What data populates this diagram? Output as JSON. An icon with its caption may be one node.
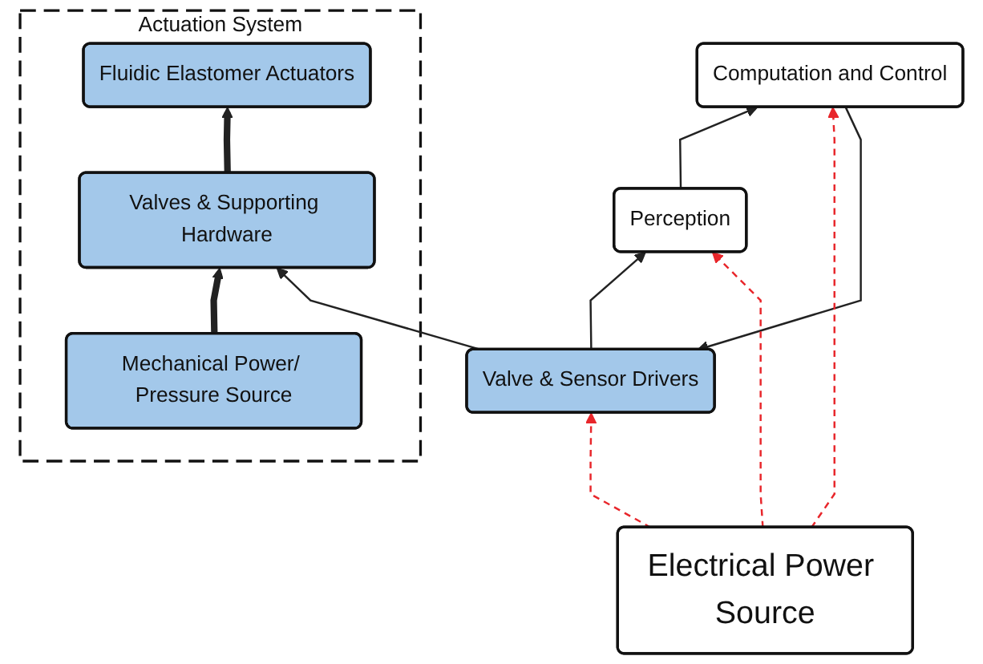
{
  "diagram": {
    "nodes": [
      {
        "text": [
          "Actuation System"
        ]
      },
      {
        "text": [
          "Mechanical Power/ Pressure Source"
        ],
        "in": 0
      },
      {
        "text": [
          "Valves & Supporting Hardware"
        ],
        "in": 0
      },
      {
        "text": [
          "Fluidic Elastomer Actuators"
        ],
        "in": 0
      },
      {
        "text": [
          "Valve & Sensor Drivers"
        ]
      },
      {
        "text": [
          "Computation and Control"
        ]
      },
      {
        "text": [
          "Perception"
        ]
      },
      {
        "text": [
          "Electrical Power Source"
        ]
      }
    ],
    "edges": [
      {
        "from": 1,
        "to": 2,
        "arrow": "to",
        "style": "thick"
      },
      {
        "from": 2,
        "to": 3,
        "arrow": "to",
        "style": "thick"
      },
      {
        "from": 4,
        "to": 2,
        "arrow": "to"
      },
      {
        "from": 5,
        "to": 4,
        "arrow": "to"
      },
      {
        "from": 4,
        "to": 6,
        "arrow": "to"
      },
      {
        "from": 6,
        "to": 5,
        "arrow": "to"
      },
      {
        "from": 7,
        "to": 5,
        "arrow": "to",
        "style": "dashed",
        "color": "#e8262b"
      },
      {
        "from": 7,
        "to": 4,
        "arrow": "to",
        "style": "dashed",
        "color": "#e8262b"
      },
      {
        "from": 7,
        "to": 6,
        "arrow": "to",
        "style": "dashed",
        "color": "#e8262b"
      }
    ]
  }
}
